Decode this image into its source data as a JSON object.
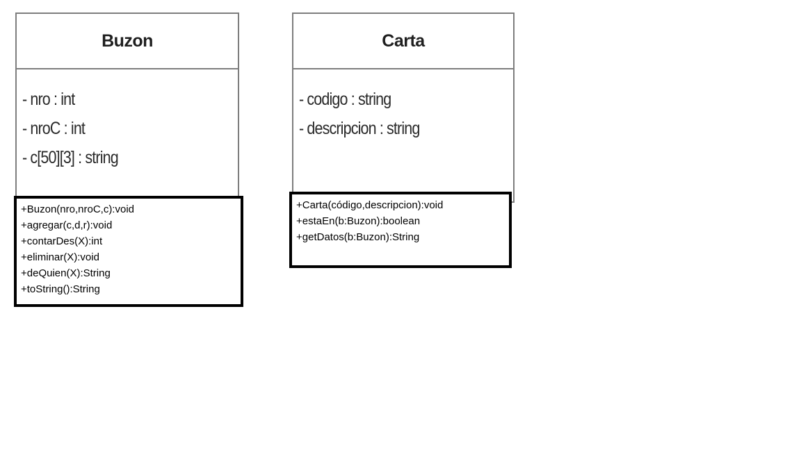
{
  "classes": [
    {
      "name": "Buzon",
      "attributes": [
        "- nro : int",
        "- nroC : int",
        "- c[50][3] : string"
      ],
      "methods": [
        "+Buzon(nro,nroC,c):void",
        "+agregar(c,d,r):void",
        "+contarDes(X):int",
        "+eliminar(X):void",
        "+deQuien(X):String",
        "+toString():String"
      ]
    },
    {
      "name": "Carta",
      "attributes": [
        "- codigo : string",
        "- descripcion : string"
      ],
      "methods": [
        "+Carta(código,descripcion):void",
        "+estaEn(b:Buzon):boolean",
        "+getDatos(b:Buzon):String"
      ]
    }
  ]
}
